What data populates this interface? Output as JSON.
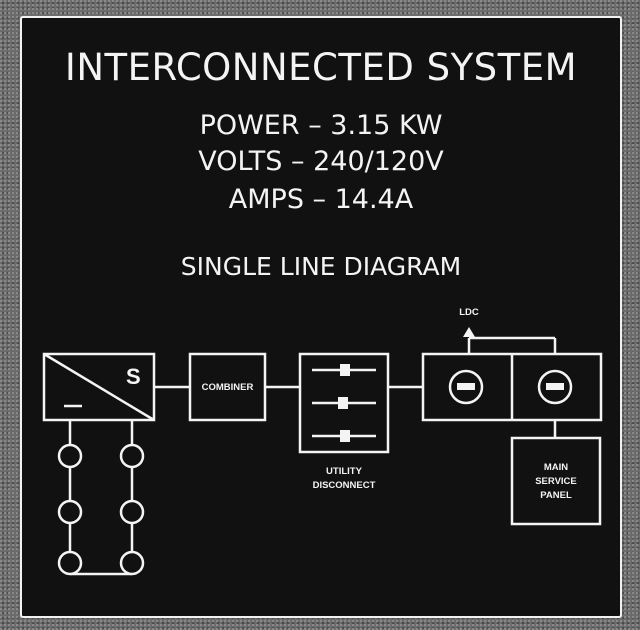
{
  "plaque": {
    "title": "INTERCONNECTED SYSTEM",
    "specs": {
      "power": "POWER – 3.15 KW",
      "volts": "VOLTS – 240/120V",
      "amps": "AMPS – 14.4A"
    },
    "subtitle": "SINGLE LINE DIAGRAM"
  },
  "diagram": {
    "inverter_symbol": "S",
    "combiner_label": "COMBINER",
    "ldc_label": "LDC",
    "utility_disconnect_label_line1": "UTILITY",
    "utility_disconnect_label_line2": "DISCONNECT",
    "main_service_panel_line1": "MAIN",
    "main_service_panel_line2": "SERVICE",
    "main_service_panel_line3": "PANEL"
  },
  "colors": {
    "plaque_background": "#111111",
    "engraving": "#f4f4f4",
    "carpet": "#6b6b6b"
  }
}
